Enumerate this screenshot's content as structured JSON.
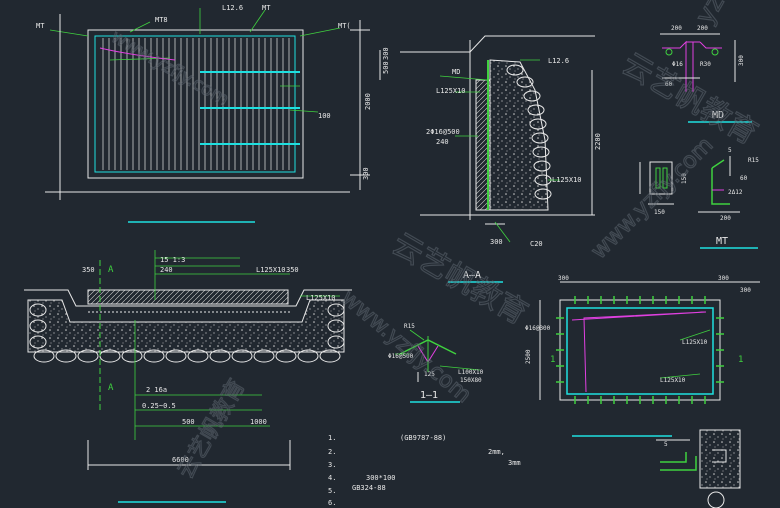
{
  "colors": {
    "background": "#212830",
    "line": "#e8e8e8",
    "green": "#3fd13f",
    "cyan": "#1fe0e0",
    "magenta": "#e040e0",
    "yellow": "#e0e020",
    "watermark": "#5e6770"
  },
  "top_left_view": {
    "label_mt_left": "MT",
    "label_mt8": "MT8",
    "label_l126": "L12.6",
    "label_mt_top": "MT",
    "label_mt_right": "MT(",
    "dim_100": "100",
    "dim_2000": "2000",
    "dim_300_right": "300"
  },
  "section_aa": {
    "dim_500": "500",
    "dim_300": "300",
    "label_md": "MD",
    "label_l126": "L12.6",
    "label_l125x10_a": "L125X10",
    "label_rebar": "2Φ16@500",
    "dim_240": "240",
    "dim_2200": "2200",
    "label_l125x10_b": "L125X10",
    "dim_300_bottom": "300",
    "label_c20": "C20",
    "title": "A—A"
  },
  "md_detail": {
    "dim_200_a": "200",
    "dim_200_b": "200",
    "label_bar": "Φ16",
    "label_r30": "R30",
    "dim_300": "300",
    "dim_60": "60",
    "title": "MD"
  },
  "mt_detail": {
    "dim_5": "5",
    "dim_r15": "R15",
    "dim_150_a": "150",
    "dim_150_b": "150",
    "label_2412": "2Δ12",
    "dim_60": "60",
    "dim_200": "200",
    "title": "MT"
  },
  "plan_view": {
    "label_a_top": "A",
    "dim_350_left": "350",
    "label_slope": "15  1:3",
    "dim_240": "240",
    "label_l125x10_a": "L125X10",
    "dim_350_right": "350",
    "label_l125x10_b": "L125X10",
    "label_a_bottom": "A",
    "label_2l16": "2  16a",
    "label_range": "0.25~0.5",
    "dim_500": "500",
    "dim_1000": "1000",
    "dim_6600": "6600"
  },
  "section_11": {
    "dim_r15": "R15",
    "label_rebar": "Φ16@500",
    "dim_125": "125",
    "label_l100x10": "L100X10",
    "dim_150x80": "150X80",
    "title": "1—1"
  },
  "frame_view": {
    "dim_300_left": "300",
    "dim_300_mid": "300",
    "dim_300_right": "300",
    "label_rebar": "Φ16@300",
    "dim_2500": "2500",
    "label_1_left": "1",
    "label_1_right": "1",
    "label_l125x10_a": "L125X10",
    "label_l125x10_b": "L125X10"
  },
  "notes": {
    "n1": "1.",
    "n1_text": "(GB9787-88)",
    "n2": "2.",
    "n2_text": "2mm,",
    "n3": "3.",
    "n3_text": "3mm",
    "n4": "4.",
    "n4_text": "300*100",
    "n5": "5.",
    "n5_text": "GB324-88",
    "n6": "6."
  },
  "corner_detail": {
    "dim_5": "5"
  },
  "watermarks": [
    "yzfjy",
    "www.yzfjy.com",
    "云艺帆教育"
  ]
}
